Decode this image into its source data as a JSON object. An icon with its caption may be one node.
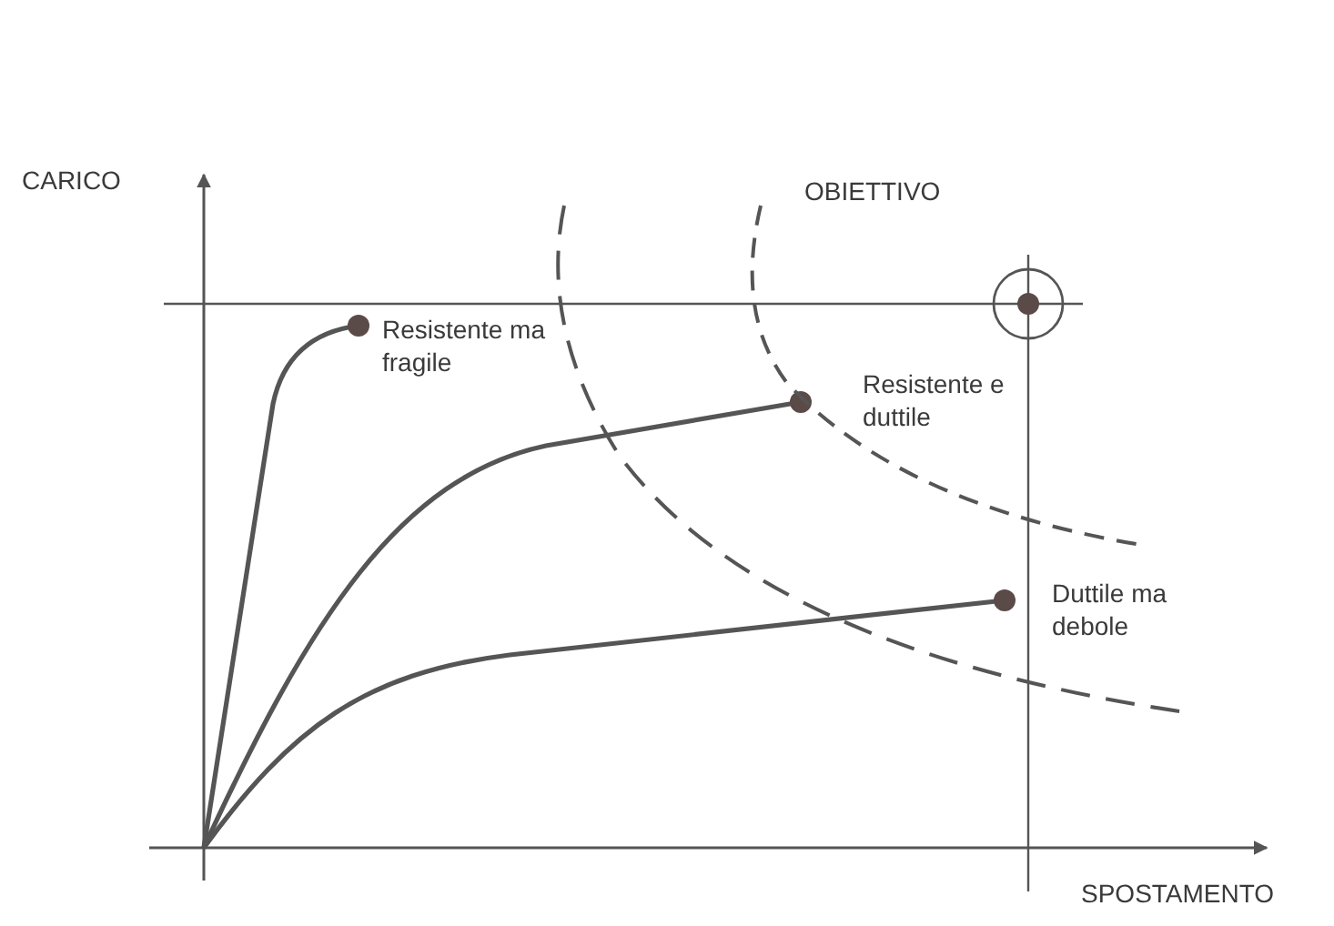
{
  "diagram": {
    "labels": [
      "CARICO",
      "OBIETTIVO",
      "Resistente ma fragile",
      "Resistente e duttile",
      "Duttile ma debole",
      "SPOSTAMENTO"
    ]
  }
}
